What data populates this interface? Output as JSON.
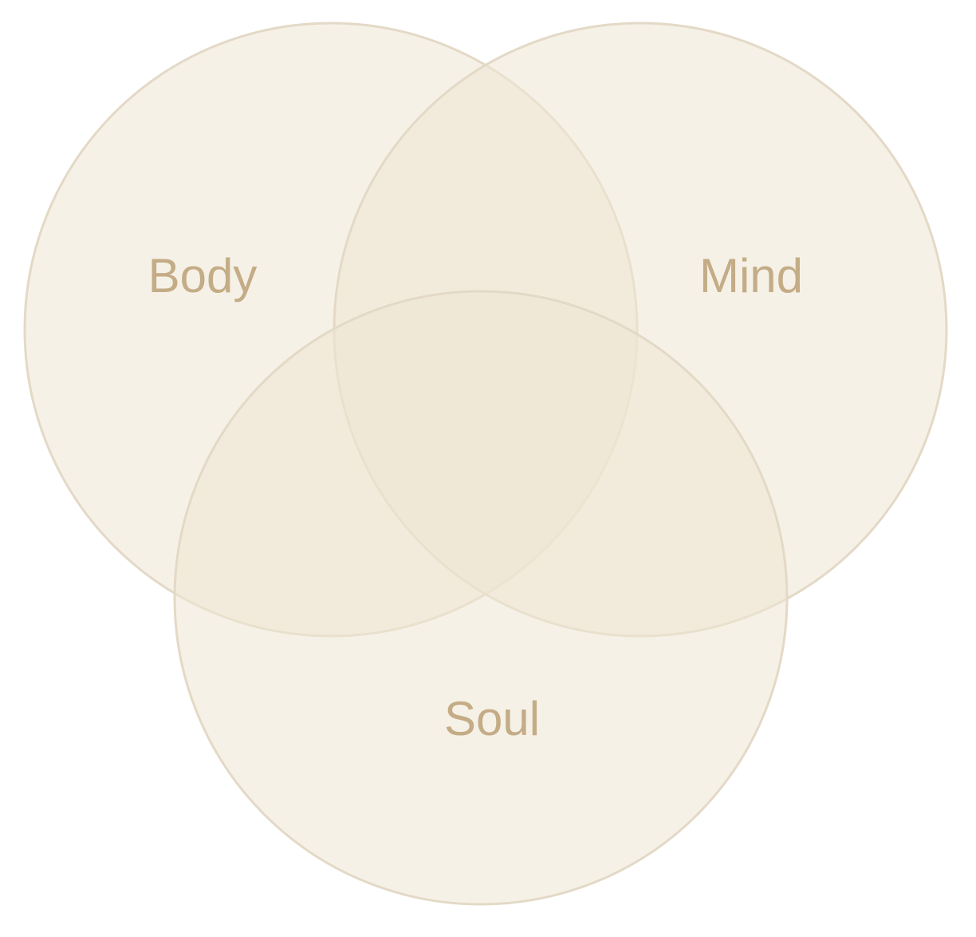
{
  "diagram": {
    "type": "venn-3",
    "colors": {
      "circle_fill": "#efe6d4",
      "circle_stroke": "#e3d9c6",
      "label_text": "#c4ac86",
      "background": "#ffffff"
    },
    "sets": [
      {
        "key": "body",
        "label": "Body"
      },
      {
        "key": "mind",
        "label": "Mind"
      },
      {
        "key": "soul",
        "label": "Soul"
      }
    ]
  }
}
